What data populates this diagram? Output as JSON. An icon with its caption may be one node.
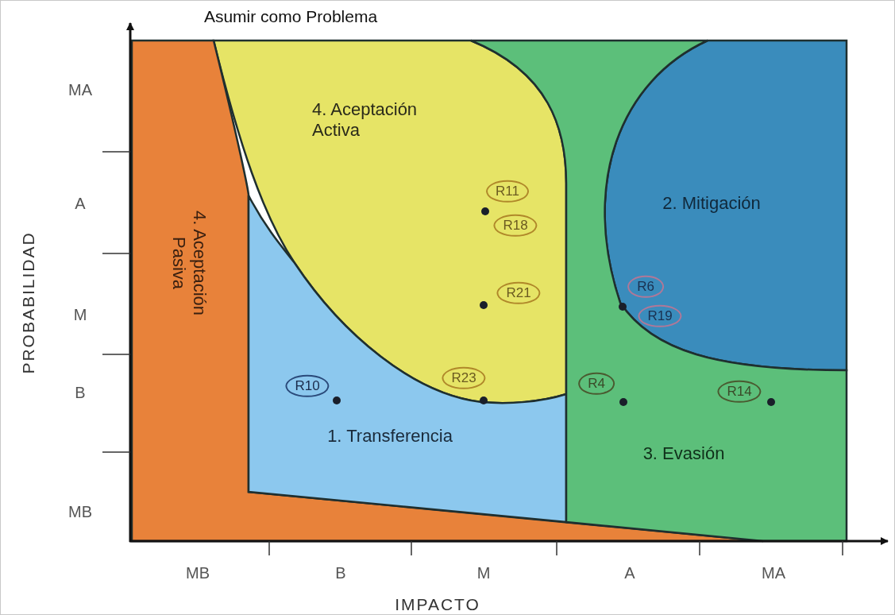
{
  "diagram": {
    "nodes": [
      {
        "text": [
          "4. Aceptación Activa"
        ]
      },
      {
        "text": [
          "4. Aceptación Pasiva"
        ]
      },
      {
        "text": [
          "1. Transferencia"
        ]
      },
      {
        "text": [
          "2. Mitigación"
        ]
      },
      {
        "text": [
          "3. Evasión"
        ]
      },
      {
        "text": [
          "R11"
        ],
        "in": 0
      },
      {
        "text": [
          "R18"
        ],
        "in": 0
      },
      {
        "text": [
          "R21"
        ],
        "in": 0
      },
      {
        "text": [
          "R23"
        ],
        "in": 0
      },
      {
        "text": [
          "R10"
        ],
        "in": 2
      },
      {
        "text": [
          "R6"
        ],
        "in": 3
      },
      {
        "text": [
          "R19"
        ],
        "in": 3
      },
      {
        "text": [
          "R4"
        ],
        "in": 4
      },
      {
        "text": [
          "R14"
        ],
        "in": 4
      }
    ],
    "labels": [
      "Asumir como Problema",
      "MA",
      "A",
      "M",
      "B",
      "MB",
      "PROBABILIDAD",
      "MB",
      "B",
      "M",
      "A",
      "MA",
      "IMPACTO"
    ]
  }
}
